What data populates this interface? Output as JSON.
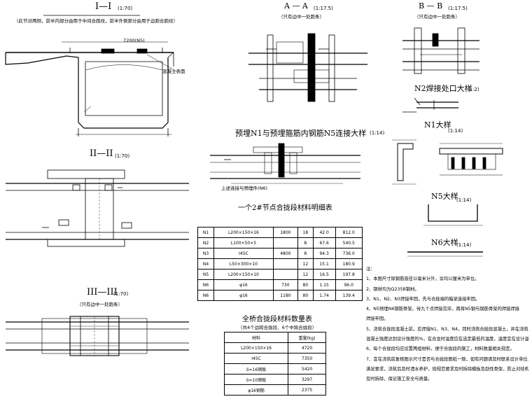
{
  "views": {
    "sec1": {
      "title": "I—I",
      "scale": "(1:70)",
      "note": "（此节对两侧，前半内部分由用于中间合跑纹，前半外侧部分由用于边跑合跑纹）"
    },
    "sec2": {
      "title": "II—II",
      "scale": "(1:70)"
    },
    "sec3": {
      "title": "III—III",
      "scale": "(1:70)",
      "note": "（只有边中一处跑条）"
    },
    "secA": {
      "title": "A — A",
      "scale": "(1:17.5)",
      "note": "（只有边中一处跑条）"
    },
    "secB": {
      "title": "B — B",
      "scale": "(1:17.5)",
      "note": "（只有边中一处跑条）"
    },
    "weld": {
      "title": "N2焊接处口大样",
      "scale": "(1:2)"
    },
    "n1": {
      "title": "N1大样",
      "scale": "(1:14)"
    },
    "n5": {
      "title": "N5大样",
      "scale": "(1:14)"
    },
    "n6": {
      "title": "N6大样",
      "scale": "(1:14)"
    },
    "detail": {
      "title": "预埋N1与预埋箍筋内钢筋N5连接大样",
      "scale": "(1:14)"
    }
  },
  "labels": {
    "sec1_dim": "7200(N5)",
    "sec1_side": "混凝土表面",
    "detail_note": "上述连接与预埋件(N6)"
  },
  "table1": {
    "title": "一个2#节点合拢段材料明细表",
    "rows": [
      [
        "N1",
        "L200×150×16",
        "1800",
        "18",
        "42.0",
        "812.0"
      ],
      [
        "N2",
        "L100×50×5",
        "",
        "8",
        "67.6",
        "540.5"
      ],
      [
        "N3",
        "I45C",
        "4800",
        "8",
        "94.3",
        "736.0"
      ],
      [
        "N4",
        "L50×300×10",
        "",
        "12",
        "15.1",
        "180.9"
      ],
      [
        "N5",
        "L200×150×10",
        "",
        "12",
        "16.5",
        "197.8"
      ],
      [
        "N6",
        "φ16",
        "730",
        "80",
        "1.15",
        "96.0"
      ],
      [
        "N6",
        "φ16",
        "1180",
        "80",
        "1.74",
        "139.4"
      ]
    ]
  },
  "table2": {
    "title": "全桥合拢段材料数量表",
    "subtitle": "（共4个边跨合拢段、6个中跨合拢段）",
    "header": [
      "材料",
      "重量(kg)"
    ],
    "rows": [
      [
        "L200×150×16",
        "4720"
      ],
      [
        "I45C",
        "7350"
      ],
      [
        "δ=16钢板",
        "5420"
      ],
      [
        "δ=10钢板",
        "3297"
      ],
      [
        "φ16钢筋",
        "2375"
      ]
    ]
  },
  "notes": {
    "heading": "注：",
    "items": [
      "1、本图尺寸除钢筋直径以毫米计外，余均以厘米为单位。",
      "2、钢材均为Q235B钢材。",
      "3、N1、N2、N3焊接牢固，先与合拢端的箱梁连接牢固。",
      "4、N5预埋N6钢筋骨架，待九个点焊接完毕，再将N5钢与钢筋骨架的焊接焊接",
      "   焊接牢固。",
      "5、浇筑合拢段混凝土前，应焊接N1、N3、N4，同时浇筑合拢段混凝土，并在浇筑完毕后",
      "   混凝土强度达到设计强度的%，在合龙时温度应在选定最低的温度，温度宜在设计温度±2℃。",
      "6、每个合拢段均应设置两组材料，便于合拢段的施工，材料数量相关规定。",
      "7、宜在浇筑前复核图示尺寸是否与合拢段图纸一致，如有问题请及时联系设计单位，保证施工质量",
      "   满足要求，浇筑后及时洒水养护，按规范要求及时拆除模板及劲性骨架，防止对结构造成损伤",
      "   及时拆除，保证施工安全与质量。"
    ]
  }
}
